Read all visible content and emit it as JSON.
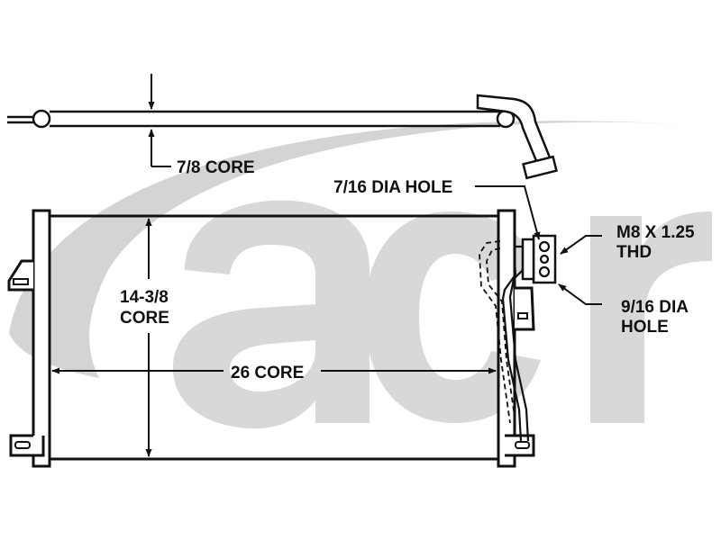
{
  "logo": {
    "text": "acr",
    "color": "#d4d4d4"
  },
  "colors": {
    "line": "#111111",
    "background": "#ffffff"
  },
  "labels": {
    "top_core": "7/8 CORE",
    "hole_small": "7/16 DIA HOLE",
    "thread_line1": "M8 X 1.25",
    "thread_line2": "THD",
    "height_line1": "14-3/8",
    "height_line2": "CORE",
    "hole_large_line1": "9/16 DIA",
    "hole_large_line2": "HOLE",
    "width_core": "26 CORE"
  }
}
